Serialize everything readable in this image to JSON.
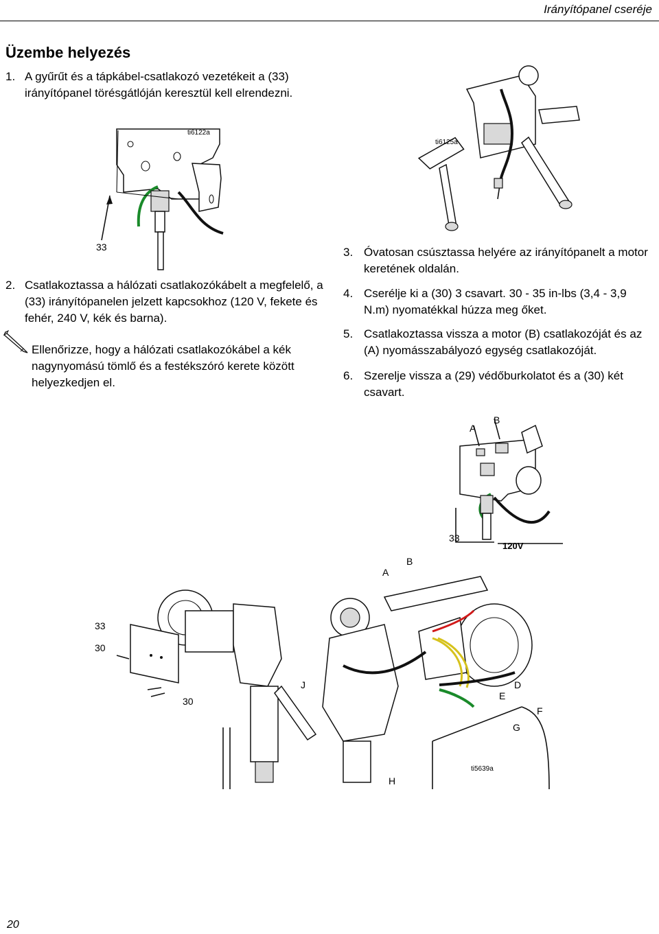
{
  "header": {
    "title": "Irányítópanel cseréje"
  },
  "section": {
    "title": "Üzembe helyezés"
  },
  "steps": [
    {
      "num": "1.",
      "text": "A gyűrűt és a tápkábel-csatlakozó vezetékeit a (33) irányítópanel törésgátlóján keresztül kell elrendezni."
    },
    {
      "num": "2.",
      "text": "Csatlakoztassa a hálózati csatlakozókábelt a megfelelő, a (33) irányítópanelen jelzett kapcsokhoz (120 V, fekete és fehér, 240 V, kék és barna)."
    },
    {
      "num": "3.",
      "text": "Óvatosan csúsztassa helyére az irányítópanelt a motor keretének oldalán."
    },
    {
      "num": "4.",
      "text": "Cserélje ki a (30) 3 csavart. 30 - 35 in-lbs (3,4 - 3,9 N.m) nyomatékkal húzza meg őket."
    },
    {
      "num": "5.",
      "text": "Csatlakoztassa vissza a motor (B) csatlakozóját és az (A) nyomásszabályozó egység csatlakozóját."
    },
    {
      "num": "6.",
      "text": "Szerelje vissza a (29) védőburkolatot és a (30) két csavart."
    }
  ],
  "note": {
    "icon": "pencil-note-icon",
    "text": "Ellenőrizze, hogy a hálózati csatlakozókábel a kék nagynyomású tömlő és a festékszóró kerete között helyezkedjen el."
  },
  "figures": {
    "fig1": {
      "id": "ti6122a",
      "callout": "33"
    },
    "fig2": {
      "id": "ti6125a"
    },
    "fig3": {
      "callouts": [
        "A",
        "B",
        "33",
        "120V"
      ]
    },
    "fig4": {
      "id": "ti5639a",
      "callouts": [
        "A",
        "B",
        "33",
        "30",
        "30",
        "J",
        "D",
        "E",
        "F",
        "G",
        "H"
      ]
    }
  },
  "footer": {
    "page": "20"
  }
}
